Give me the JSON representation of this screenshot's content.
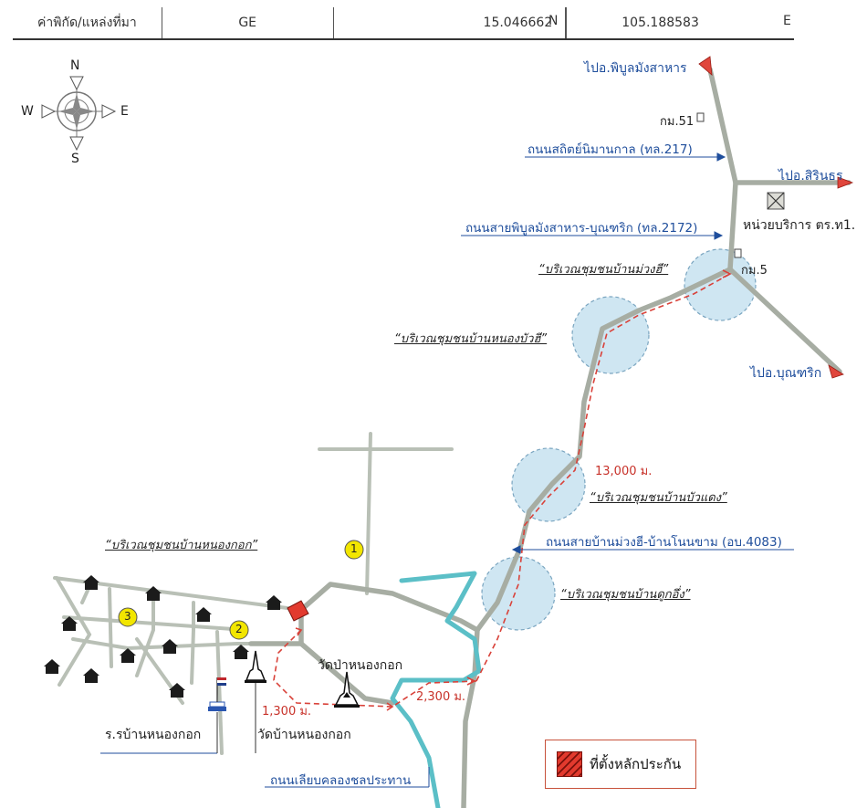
{
  "coordinates": {
    "header_label": "ค่าพิกัด/แหล่งที่มา",
    "source": "GE",
    "latitude": "15.046662",
    "lat_dir": "N",
    "longitude": "105.188583",
    "lon_dir": "E"
  },
  "compass": {
    "n": "N",
    "s": "S",
    "e": "E",
    "w": "W"
  },
  "directions": {
    "to_phibun": "ไปอ.พิบูลมังสาหาร",
    "to_sirindhorn": "ไปอ.สิรินธร",
    "to_buntharik": "ไปอ.บุณฑริก"
  },
  "roads": {
    "sathit": "ถนนสถิตย์นิมานกาล (ทล.217)",
    "phibun_buntharik": "ถนนสายพิบูลมังสาหาร-บุณฑริก (ทล.2172)",
    "muang_si": "ถนนสายบ้านม่วงฮี-บ้านโนนขาม (อบ.4083)",
    "canal_road": "ถนนเลียบคลองชลประทาน"
  },
  "kilometer_markers": {
    "km51": "กม.51",
    "km5": "กม.5"
  },
  "service_unit": "หน่วยบริการ ตร.ท1.",
  "communities": {
    "muang_hi": "“บริเวณชุมชนบ้านม่วงฮี”",
    "nong_bua_hi": "“บริเวณชุมชนบ้านหนองบัวฮี”",
    "bua_daeng": "“บริเวณชุมชนบ้านบัวแดง”",
    "dok_ueng": "“บริเวณชุมชนบ้านดูกอึ่ง”",
    "nong_kok": "“บริเวณชุมชนบ้านหนองกอก”"
  },
  "distances": {
    "d13000": "13,000 ม.",
    "d2300": "2,300 ม.",
    "d1300": "1,300 ม."
  },
  "places": {
    "wat_pa": "วัดป่าหนองกอก",
    "wat_ban": "วัดบ้านหนองกอก",
    "school": "ร.รบ้านหนองกอก"
  },
  "markers": {
    "m1": "1",
    "m2": "2",
    "m3": "3"
  },
  "legend": {
    "label": "ที่ตั้งหลักประกัน"
  },
  "colors": {
    "road": "#a8b0a4",
    "route": "#d9423a",
    "label_blue": "#1f4e9c",
    "canal": "#5bbfc7",
    "circle": "#cfe6f2",
    "marker_yellow": "#f2e600"
  }
}
